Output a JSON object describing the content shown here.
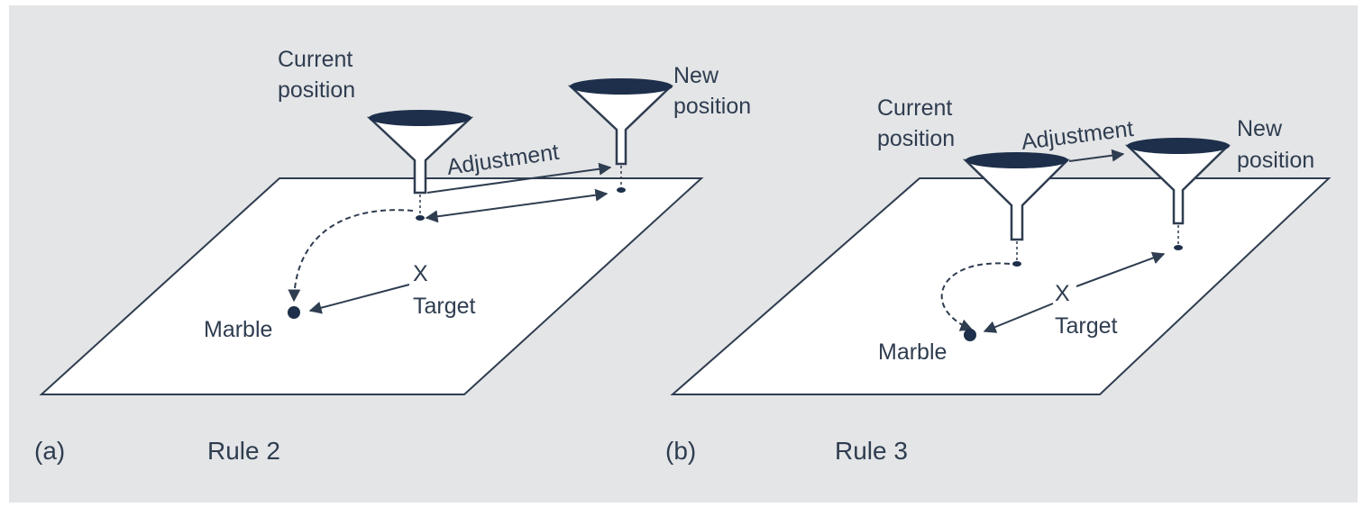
{
  "panel_a": {
    "letter": "(a)",
    "rule": "Rule 2",
    "current_position": [
      "Current",
      "position"
    ],
    "new_position": [
      "New",
      "position"
    ],
    "adjustment": "Adjustment",
    "target_x": "X",
    "target": "Target",
    "marble": "Marble"
  },
  "panel_b": {
    "letter": "(b)",
    "rule": "Rule 3",
    "current_position": [
      "Current",
      "position"
    ],
    "new_position": [
      "New",
      "position"
    ],
    "adjustment": "Adjustment",
    "target_x": "X",
    "target": "Target",
    "marble": "Marble"
  },
  "colors": {
    "background": "#e4e5e7",
    "ink": "#2f3d50",
    "funnel_rim": "#1d2f4a",
    "board": "#ffffff"
  }
}
